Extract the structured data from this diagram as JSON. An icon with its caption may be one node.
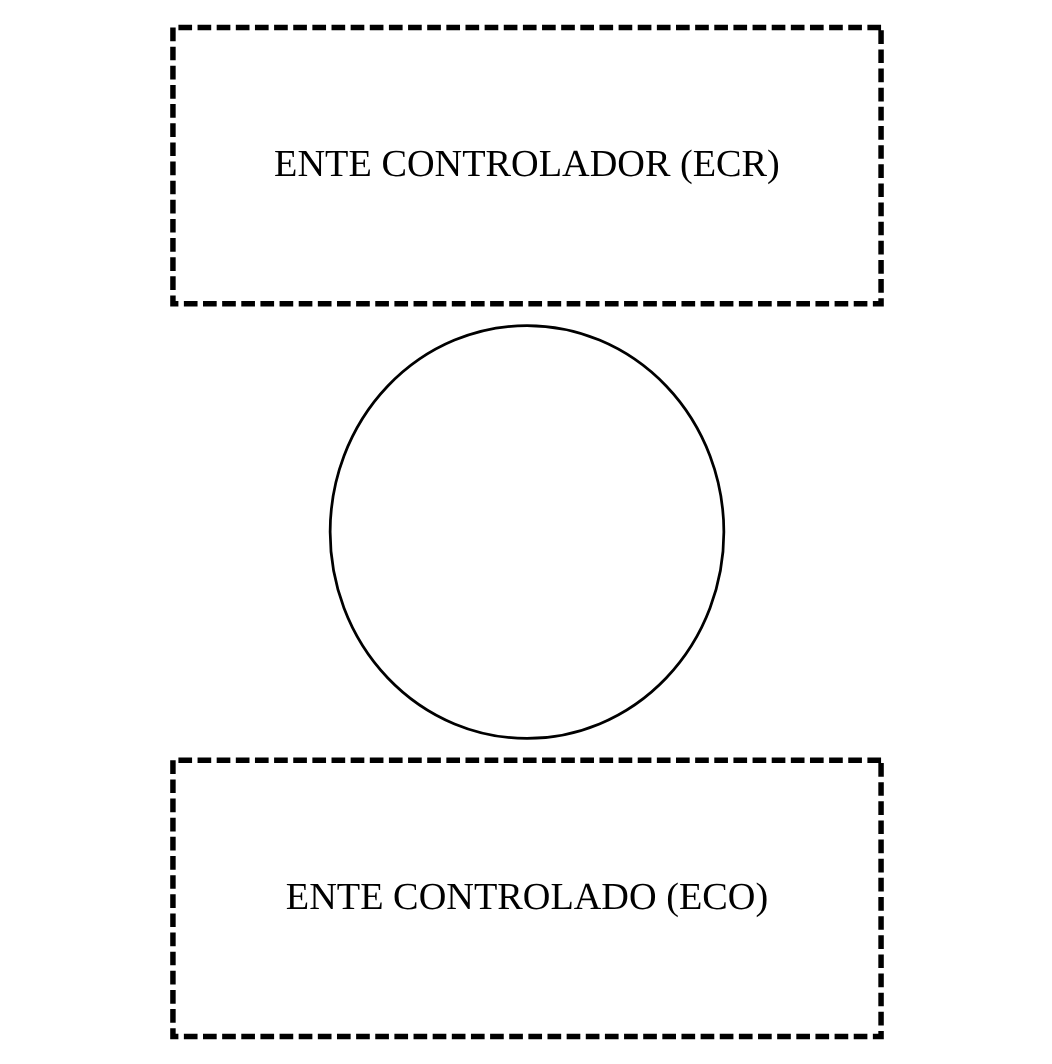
{
  "diagram": {
    "nodes": [
      {
        "text": [
          "ENTE CONTROLADOR (ECR)"
        ]
      },
      {
        "text": [],
        "shape": "circle"
      },
      {
        "text": [
          "ENTE CONTROLADO (ECO)"
        ]
      }
    ]
  }
}
